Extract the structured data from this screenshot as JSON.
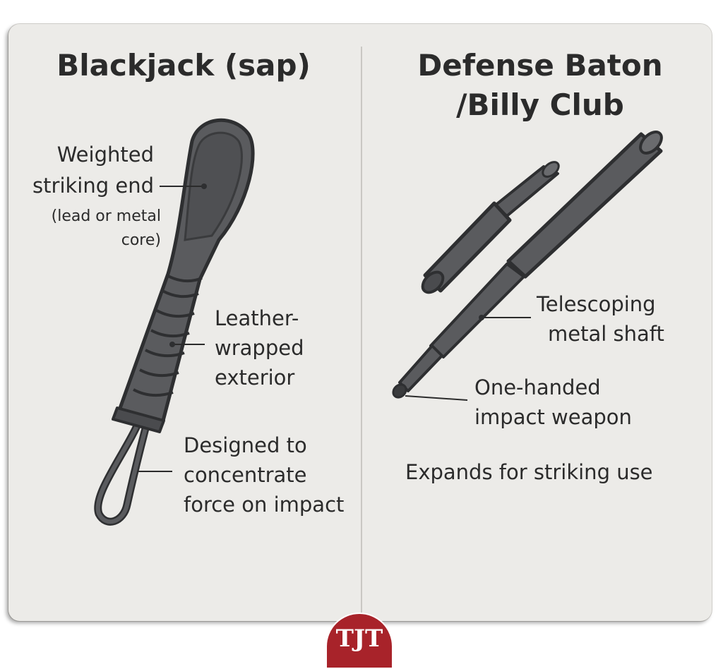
{
  "left_panel": {
    "title": "Blackjack (sap)",
    "labels": {
      "weighted_1": "Weighted",
      "weighted_2": "striking end",
      "core_1": "(lead or metal",
      "core_2": "core)",
      "leather_1": "Leather-",
      "leather_2": "wrapped",
      "leather_3": "exterior",
      "designed_1": "Designed to",
      "designed_2": "concentrate",
      "designed_3": "force on impact"
    }
  },
  "right_panel": {
    "title_1": "Defense Baton",
    "title_2": "/Billy Club",
    "labels": {
      "telescoping_1": "Telescoping",
      "telescoping_2": "metal shaft",
      "onehanded_1": "One-handed",
      "onehanded_2": "impact weapon",
      "expands": "Expands for striking use"
    }
  },
  "logo": {
    "text": "TJT",
    "color": "#a8232a"
  },
  "colors": {
    "panel_bg": "#ecebe8",
    "object_fill": "#5a5b5e",
    "object_outline": "#2e2f31",
    "text": "#2b2b2b"
  }
}
